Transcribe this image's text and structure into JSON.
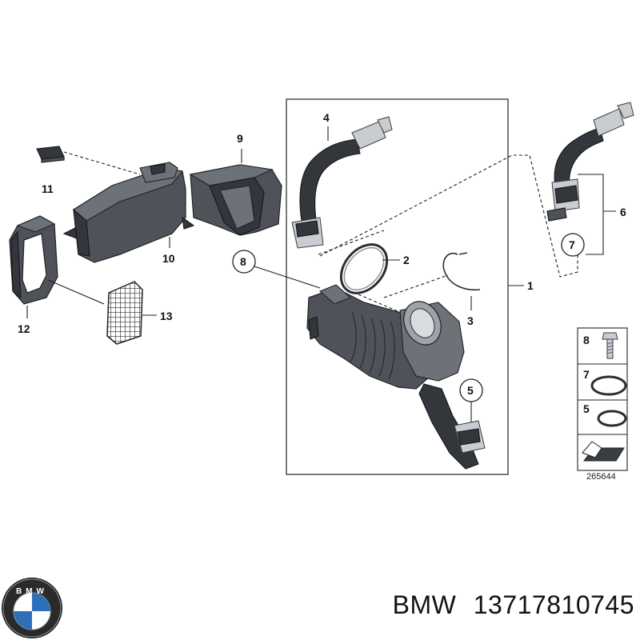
{
  "diagram": {
    "callouts": {
      "c1": "1",
      "c2": "2",
      "c3": "3",
      "c4": "4",
      "c5": "5",
      "c6": "6",
      "c7": "7",
      "c8": "8",
      "c9": "9",
      "c10": "10",
      "c11": "11",
      "c12": "12",
      "c13": "13"
    },
    "legend": {
      "l8": "8",
      "l7": "7",
      "l5": "5"
    },
    "reference_number": "265644"
  },
  "footer": {
    "brand": "BMW",
    "part_number": "13717810745"
  },
  "logo": {
    "letters": "BMW"
  },
  "colors": {
    "part": "#4f5359",
    "line": "#222222",
    "logo_blue": "#2f6fb8"
  }
}
